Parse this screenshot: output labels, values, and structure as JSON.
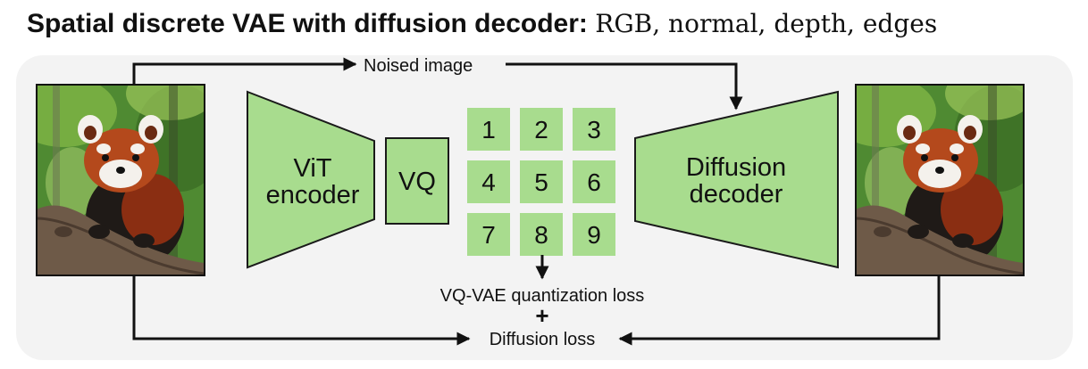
{
  "title": {
    "bold": "Spatial discrete VAE with diffusion decoder:",
    "modalities": "RGB, normal, depth, edges"
  },
  "labels": {
    "noised_image": "Noised image",
    "encoder_line1": "ViT",
    "encoder_line2": "encoder",
    "vq": "VQ",
    "decoder_line1": "Diffusion",
    "decoder_line2": "decoder",
    "vq_loss": "VQ-VAE quantization loss",
    "plus": "+",
    "diffusion_loss": "Diffusion loss"
  },
  "tokens": [
    "1",
    "2",
    "3",
    "4",
    "5",
    "6",
    "7",
    "8",
    "9"
  ],
  "colors": {
    "block_fill": "#a8dc8e",
    "block_stroke": "#1a1a1a",
    "panel_bg": "#f3f3f3",
    "arrow": "#111111"
  },
  "images": {
    "input": "red-panda-photo",
    "output": "red-panda-reconstruction"
  }
}
